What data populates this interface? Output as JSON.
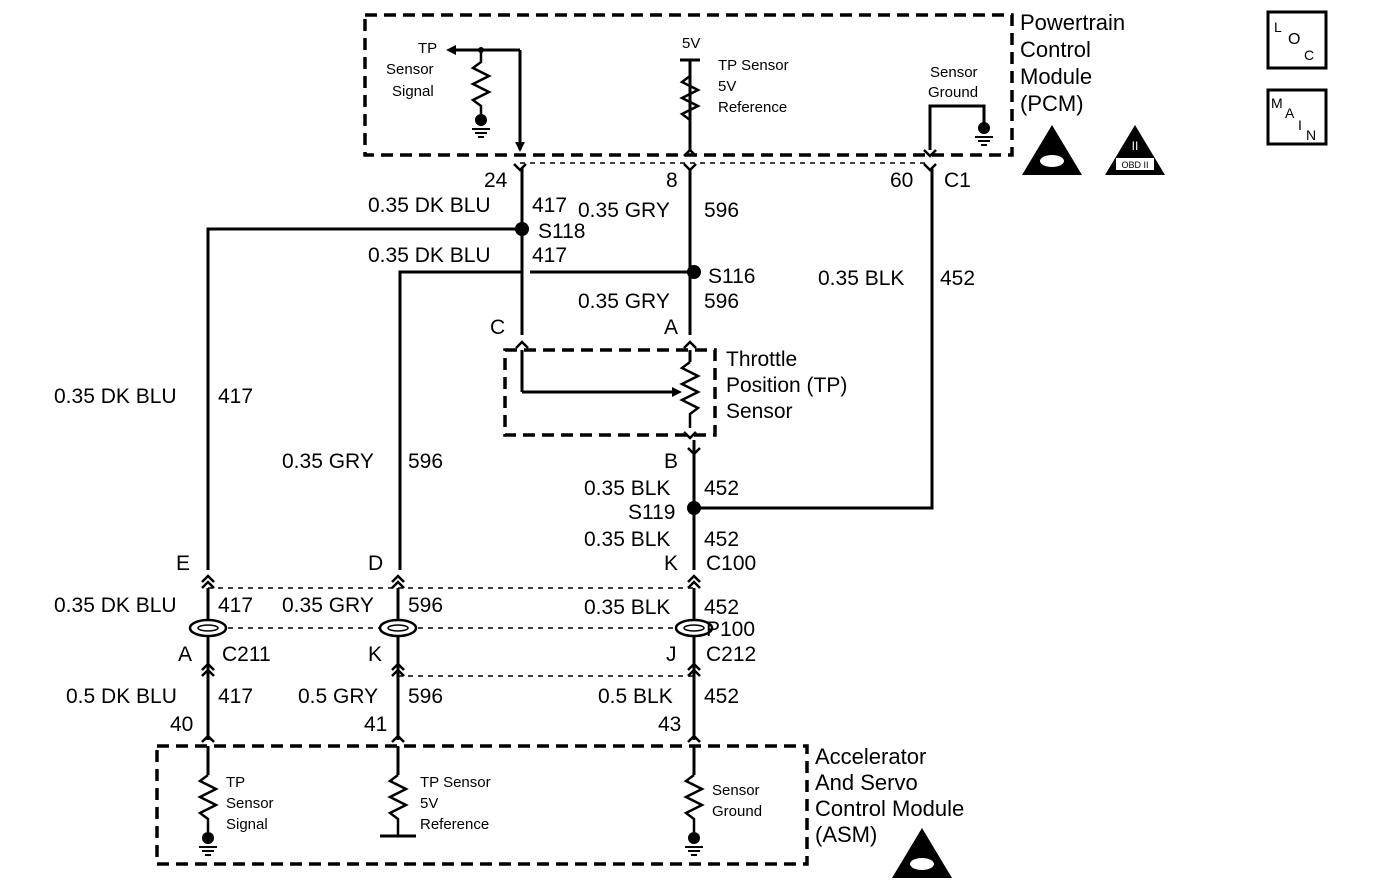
{
  "modules": {
    "pcm": {
      "lines": [
        "Powertrain",
        "Control",
        "Module",
        "(PCM)"
      ]
    },
    "tp_sensor": {
      "lines": [
        "Throttle",
        "Position (TP)",
        "Sensor"
      ]
    },
    "asm": {
      "lines": [
        "Accelerator",
        "And Servo",
        "Control Module",
        "(ASM)"
      ]
    }
  },
  "pcm_internal": {
    "tp_signal": [
      "TP",
      "Sensor",
      "Signal"
    ],
    "ref_volt": "5V",
    "tp_ref": [
      "TP Sensor",
      "5V",
      "Reference"
    ],
    "ground": [
      "Sensor",
      "Ground"
    ]
  },
  "asm_internal": {
    "tp_signal": [
      "TP",
      "Sensor",
      "Signal"
    ],
    "tp_ref": [
      "TP Sensor",
      "5V",
      "Reference"
    ],
    "ground": [
      "Sensor",
      "Ground"
    ]
  },
  "badges": {
    "loc": [
      "L",
      "O",
      "C"
    ],
    "main": [
      "M",
      "A",
      "I",
      "N"
    ],
    "obd": [
      "II",
      "OBD II"
    ]
  },
  "pins": {
    "pcm_24": "24",
    "pcm_8": "8",
    "pcm_60": "60",
    "pcm_conn": "C1",
    "tp_c": "C",
    "tp_a": "A",
    "tp_b": "B",
    "c100_e": "E",
    "c100_d": "D",
    "c100_k": "K",
    "c100": "C100",
    "c211_a": "A",
    "c211": "C211",
    "c212_k": "K",
    "c212_j": "J",
    "c212": "C212",
    "p100": "P100",
    "asm_40": "40",
    "asm_41": "41",
    "asm_43": "43"
  },
  "splices": {
    "s118": "S118",
    "s116": "S116",
    "s119": "S119"
  },
  "wires": {
    "w417_top_size": "0.35 DK BLU",
    "w417_top_ckt": "417",
    "w596_top_size": "0.35 GRY",
    "w596_top_ckt": "596",
    "w417_mid_size": "0.35 DK BLU",
    "w417_mid_ckt": "417",
    "w452_right_size": "0.35 BLK",
    "w452_right_ckt": "452",
    "w596_a_size": "0.35 GRY",
    "w596_a_ckt": "596",
    "w417_left_size": "0.35 DK BLU",
    "w417_left_ckt": "417",
    "w596_left_size": "0.35 GRY",
    "w596_left_ckt": "596",
    "w452_b_size": "0.35 BLK",
    "w452_b_ckt": "452",
    "w452_s119_size": "0.35 BLK",
    "w452_s119_ckt": "452",
    "w417_pass_size": "0.35 DK BLU",
    "w417_pass_ckt": "417",
    "w596_pass_size": "0.35 GRY",
    "w596_pass_ckt": "596",
    "w452_pass_size": "0.35 BLK",
    "w452_pass_ckt": "452",
    "w417_asm_size": "0.5 DK BLU",
    "w417_asm_ckt": "417",
    "w596_asm_size": "0.5 GRY",
    "w596_asm_ckt": "596",
    "w452_asm_size": "0.5 BLK",
    "w452_asm_ckt": "452"
  }
}
